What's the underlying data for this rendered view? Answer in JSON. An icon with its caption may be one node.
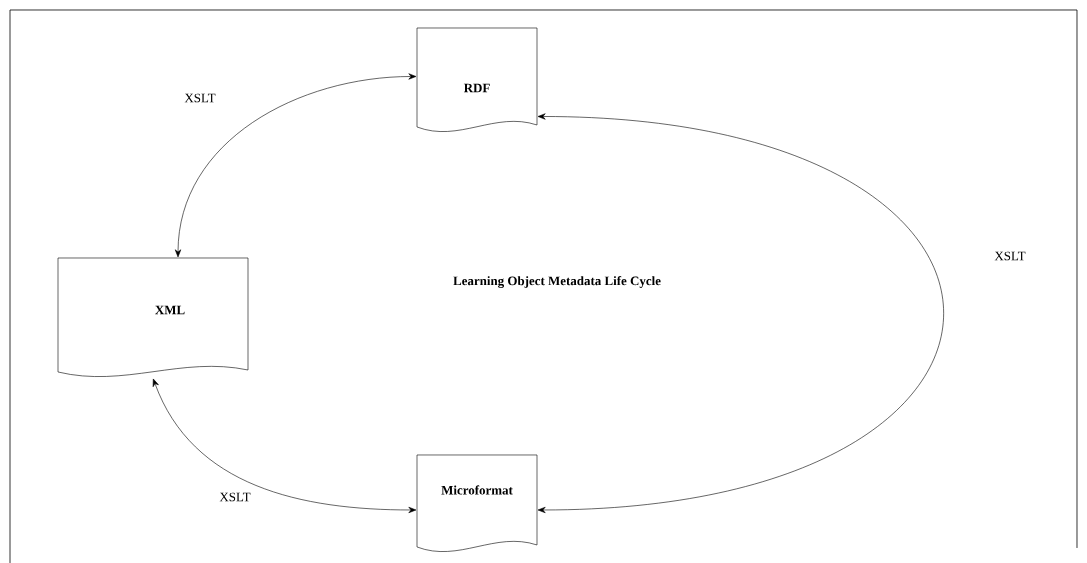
{
  "diagram": {
    "title": "Learning Object Metadata Life Cycle",
    "nodes": [
      {
        "text": [
          "RDF"
        ]
      },
      {
        "text": [
          "XML"
        ]
      },
      {
        "text": [
          "Microformat"
        ]
      }
    ],
    "edges": [
      {
        "from": 1,
        "to": 0,
        "arrow": "both",
        "label": "XSLT"
      },
      {
        "from": 0,
        "to": 2,
        "arrow": "both",
        "label": "XSLT"
      },
      {
        "from": 1,
        "to": 2,
        "arrow": "both",
        "label": "XSLT"
      }
    ]
  }
}
